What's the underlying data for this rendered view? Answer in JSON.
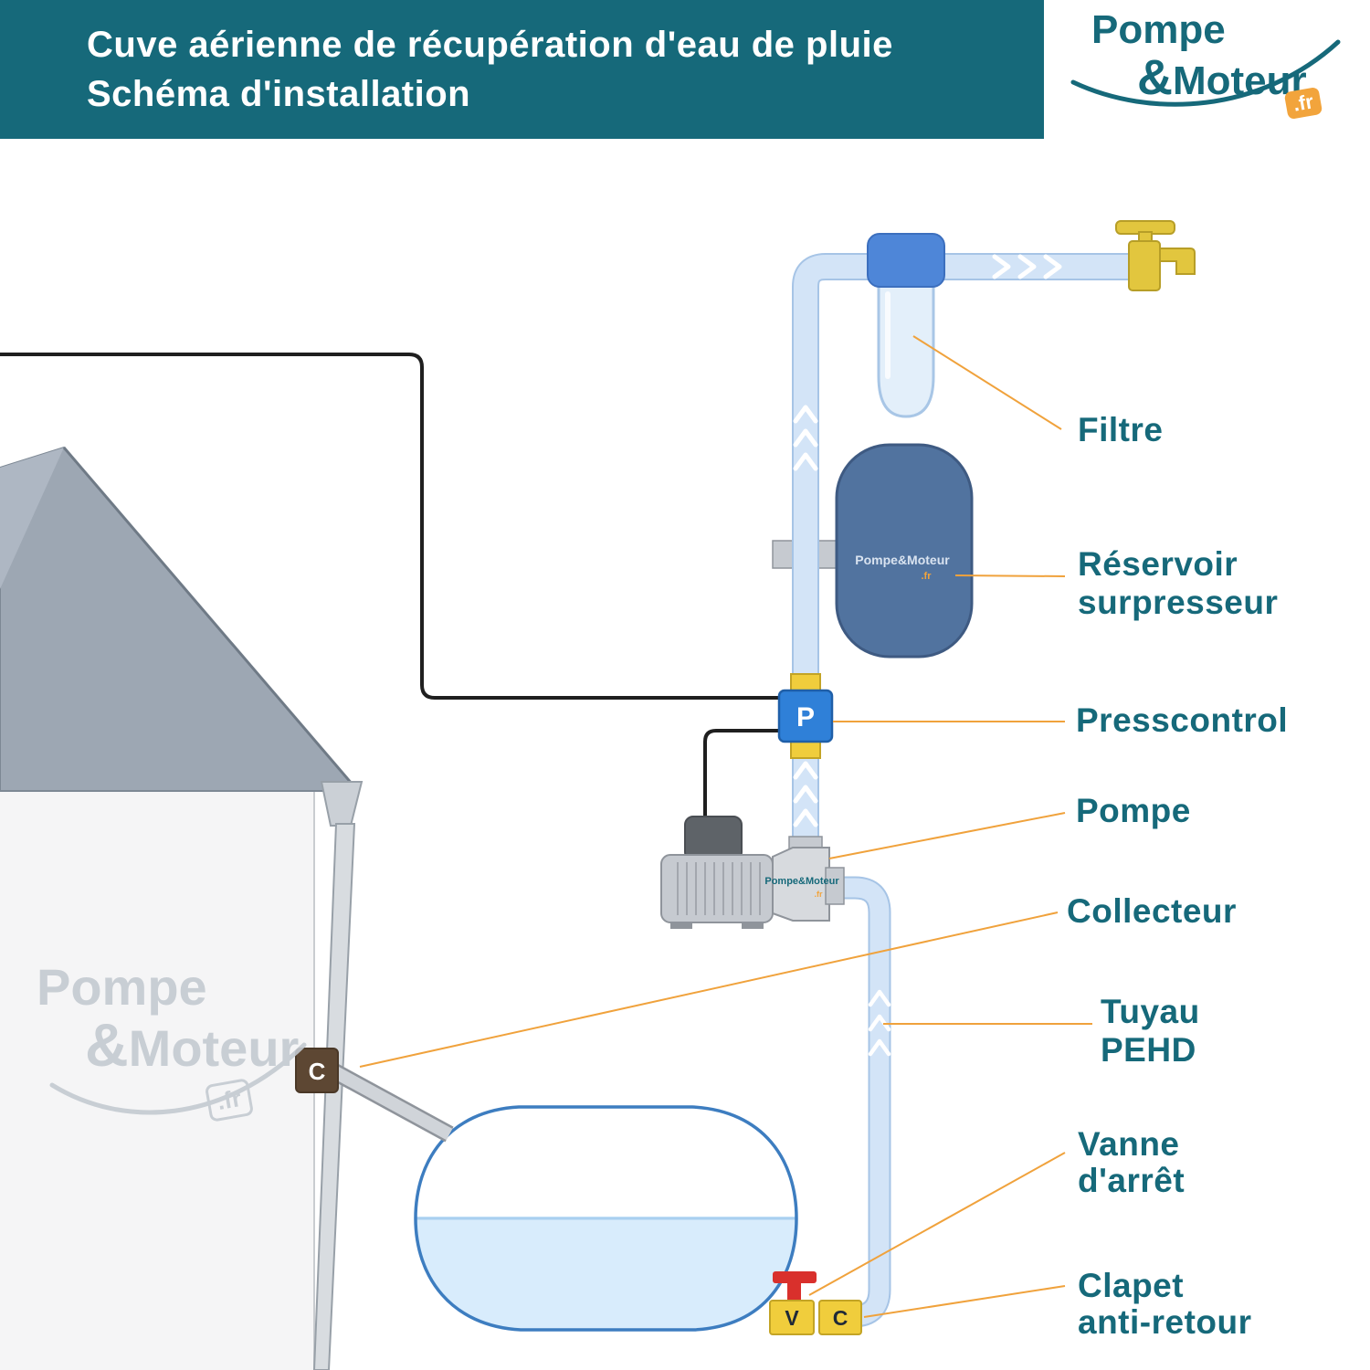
{
  "header": {
    "title_line1": "Cuve aérienne de récupération d'eau de pluie",
    "title_line2": "Schéma d'installation"
  },
  "brand": {
    "name_part1": "Pompe",
    "ampersand": "&",
    "name_part2": "Moteur",
    "tld": ".fr"
  },
  "labels": {
    "filtre": "Filtre",
    "reservoir_line1": "Réservoir",
    "reservoir_line2": "surpresseur",
    "presscontrol": "Presscontrol",
    "pompe": "Pompe",
    "collecteur": "Collecteur",
    "tuyau_line1": "Tuyau",
    "tuyau_line2": "PEHD",
    "vanne_line1": "Vanne",
    "vanne_line2": "d'arrêt",
    "clapet_line1": "Clapet",
    "clapet_line2": "anti-retour"
  },
  "markers": {
    "presscontrol_letter": "P",
    "collector_letter": "C",
    "valve_letter": "V",
    "check_valve_letter": "C"
  },
  "device_logos": {
    "reservoir": "Pompe&Moteur",
    "pump": "Pompe&Moteur"
  },
  "colors": {
    "header_teal": "#16697A",
    "label_teal": "#16697A",
    "brand_orange": "#F2A43C",
    "leader_orange": "#F0A23C",
    "pipe_blue": "#D3E4F7",
    "pipe_border_blue": "#A6C4E6",
    "reservoir_blue": "#51739F",
    "presscontrol_blue": "#2F80D8",
    "valve_red": "#D9302C",
    "fitting_yellow": "#F0CD3C",
    "tank_outline_blue": "#3D7DC0",
    "water_blue": "#D8ECFC",
    "collector_brown": "#5D4733"
  }
}
